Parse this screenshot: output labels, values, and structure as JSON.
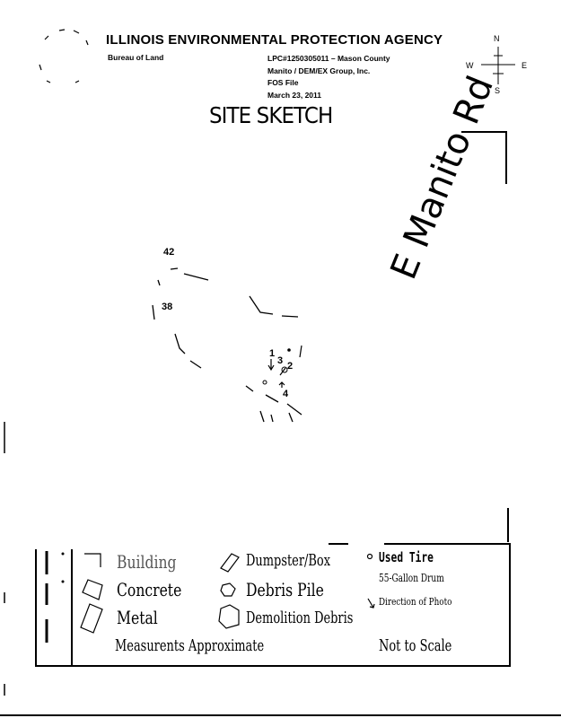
{
  "header": {
    "agency": "ILLINOIS ENVIRONMENTAL PROTECTION AGENCY",
    "bureau": "Bureau of Land",
    "lpc": "LPC#1250305011 – Mason County",
    "site": "Manito / DEM/EX Group, Inc.",
    "file": "FOS File",
    "date": "March 23, 2011"
  },
  "compass": {
    "n": "N",
    "s": "S",
    "e": "E",
    "w": "W"
  },
  "title": "SITE SKETCH",
  "road_label": "E Manito Rd",
  "photo_labels": [
    "42",
    "38",
    "1",
    "3",
    "2",
    "4"
  ],
  "legend": {
    "building": "Building",
    "concrete": "Concrete",
    "metal": "Metal",
    "dumpster": "Dumpster/Box",
    "debris_pile": "Debris Pile",
    "demolition_debris": "Demolition Debris",
    "used_tire": "Used Tire",
    "drum": "55-Gallon Drum",
    "direction": "Direction of Photo",
    "measurements": "Measurents Approximate",
    "scale": "Not to Scale"
  }
}
